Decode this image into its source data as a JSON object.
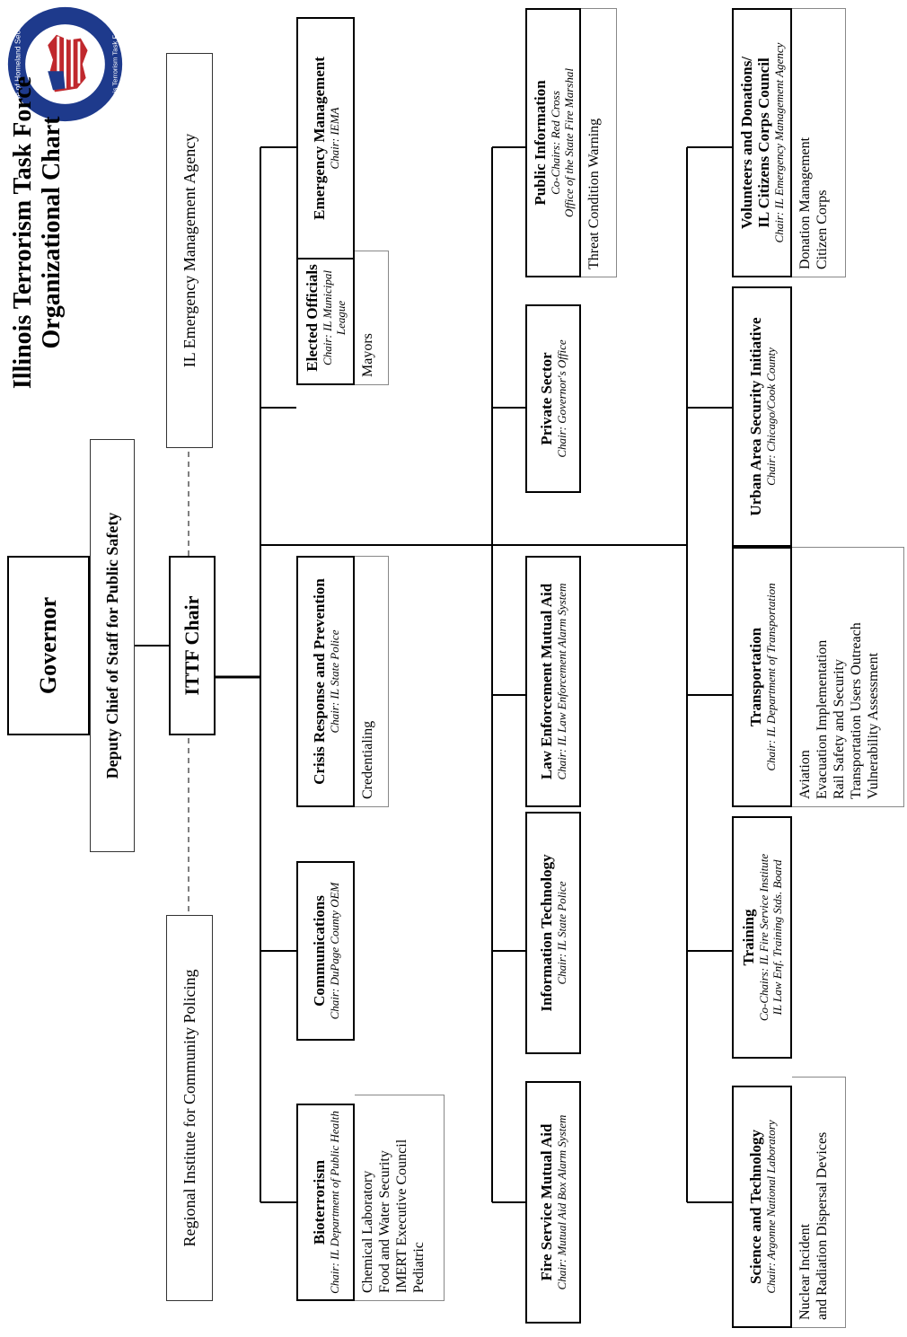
{
  "title": [
    "Illinois Terrorism Task Force",
    "Organizational Chart"
  ],
  "seal": {
    "text_top": "Office of Homeland Security",
    "text_bottom": "Illinois Terrorism Task Force",
    "colors": {
      "ring": "#1e3a8c",
      "stripe": "#c0282d",
      "field": "#ffffff"
    }
  },
  "governor": "Governor",
  "deputy": "Deputy Chief of Staff for Public Safety",
  "ittf_chair": "ITTF Chair",
  "regional": "Regional Institute for Community Policing",
  "ilema": "IL Emergency Management Agency",
  "committees": [
    {
      "title": [
        "Bioterrorism"
      ],
      "chair": [
        "Chair: IL Department of Public Health"
      ],
      "items": [
        "Chemical Laboratory",
        "Food and Water Security",
        "IMERT Executive Council",
        "Pediatric"
      ]
    },
    {
      "title": [
        "Communications"
      ],
      "chair": [
        "Chair: DuPage County OEM"
      ],
      "items": []
    },
    {
      "title": [
        "Crisis Response and Prevention"
      ],
      "chair": [
        "Chair: IL State Police"
      ],
      "items": [
        "Credentialing"
      ]
    },
    {
      "title": [
        "Elected Officials"
      ],
      "chair": [
        "Chair: IL Municipal League"
      ],
      "items": [
        "Mayors"
      ]
    },
    {
      "title": [
        "Emergency Management"
      ],
      "chair": [
        "Chair: IEMA"
      ],
      "items": []
    },
    {
      "title": [
        "Fire Service Mutual Aid"
      ],
      "chair": [
        "Chair: Mutual Aid Box Alarm System"
      ],
      "items": []
    },
    {
      "title": [
        "Information Technology"
      ],
      "chair": [
        "Chair: IL State Police"
      ],
      "items": []
    },
    {
      "title": [
        "Law Enforcement Mutual Aid"
      ],
      "chair": [
        "Chair: IL Law Enforcement Alarm System"
      ],
      "items": []
    },
    {
      "title": [
        "Private Sector"
      ],
      "chair": [
        "Chair: Governor's Office"
      ],
      "items": []
    },
    {
      "title": [
        "Public Information"
      ],
      "chair": [
        "Co-Chairs: Red Cross",
        "Office of the State Fire Marshal"
      ],
      "items": [
        "Threat Condition Warning"
      ]
    },
    {
      "title": [
        "Science and Technology"
      ],
      "chair": [
        "Chair: Argonne National Laboratory"
      ],
      "items": [
        "Nuclear Incident",
        "and Radiation Dispersal Devices"
      ]
    },
    {
      "title": [
        "Training"
      ],
      "chair": [
        "Co-Chairs: IL Fire Service Institute",
        "IL Law Enf. Training Stds. Board"
      ],
      "items": []
    },
    {
      "title": [
        "Transportation"
      ],
      "chair": [
        "Chair: IL Department of Transportation"
      ],
      "items": [
        "Aviation",
        "Evacuation Implementation",
        "Rail Safety and Security",
        "Transportation Users Outreach",
        "Vulnerability Assessment"
      ]
    },
    {
      "title": [
        "Urban Area Security Initiative"
      ],
      "chair": [
        "Chair: Chicago/Cook County"
      ],
      "items": []
    },
    {
      "title": [
        "Volunteers and Donations/",
        "IL Citizens Corps Council"
      ],
      "chair": [
        "Chair: IL Emergency Management Agency"
      ],
      "items": [
        "Donation Management",
        "Citizen Corps"
      ]
    }
  ]
}
